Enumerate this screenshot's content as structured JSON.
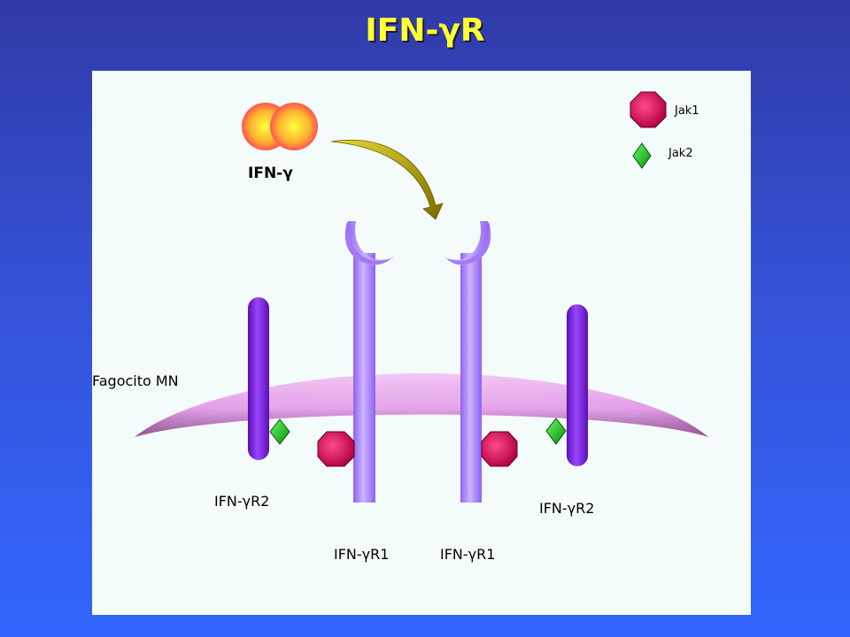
{
  "title": "IFN-γR",
  "ligand_label": "IFN-γ",
  "membrane_label": "Fagocito MN",
  "legend": {
    "jak1": "Jak1",
    "jak2": "Jak2"
  },
  "receptors": {
    "r2_left": "IFN-γR2",
    "r2_right": "IFN-γR2",
    "r1_left": "IFN-γR1",
    "r1_right": "IFN-γR1"
  },
  "colors": {
    "jak1": "#e0005a",
    "jak2": "#22bb22",
    "r2_chain": "#7a1fd6",
    "r1_chain": "#b48cff",
    "ligand": "#ff9a3c",
    "membrane": "#e7a6ea",
    "arrow": "#c8b400",
    "title": "#ffff33"
  }
}
